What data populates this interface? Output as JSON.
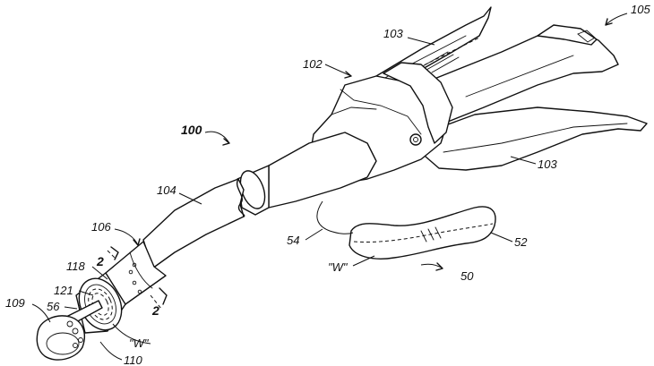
{
  "figure": {
    "labels": {
      "l100": "100",
      "l102": "102",
      "l103_top": "103",
      "l103_bottom": "103",
      "l105": "105",
      "l104": "104",
      "l106": "106",
      "l2_upper": "2",
      "l2_lower": "2",
      "l118": "118",
      "l121": "121",
      "l56": "56",
      "l109": "109",
      "lW_lower": "\"W\"",
      "l110": "110",
      "l54": "54",
      "lW_pad": "\"W\"",
      "l52": "52",
      "l50": "50"
    }
  }
}
